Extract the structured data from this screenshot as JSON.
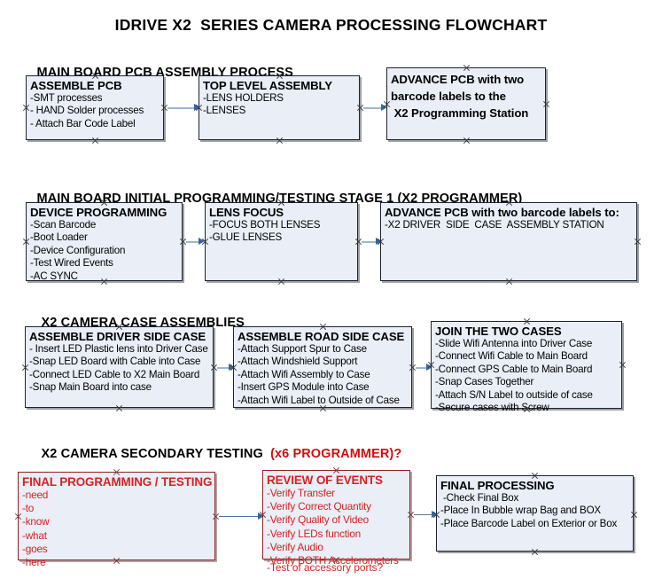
{
  "document": {
    "title": "IDRIVE X2  SERIES CAMERA PROCESSING FLOWCHART"
  },
  "sections": [
    {
      "id": "main-board-pcb-assembly",
      "heading": "MAIN BOARD PCB ASSEMBLY PROCESS",
      "heading_accent": "",
      "boxes": [
        {
          "id": "assemble-pcb",
          "title": "ASSEMBLE PCB",
          "lines": [
            "-SMT processes",
            "- HAND Solder processes",
            "- Attach Bar Code Label"
          ]
        },
        {
          "id": "top-level-assembly",
          "title": "TOP LEVEL ASSEMBLY",
          "lines": [
            "-LENS HOLDERS",
            "-LENSES"
          ]
        },
        {
          "id": "advance-pcb-x2-programming-station",
          "title": "ADVANCE PCB with two\nbarcode labels to the\n X2 Programming Station",
          "lines": []
        }
      ]
    },
    {
      "id": "main-board-initial-programming",
      "heading": "MAIN BOARD INITIAL PROGRAMMING/TESTING STAGE 1 (X2 PROGRAMMER)",
      "heading_accent": "",
      "boxes": [
        {
          "id": "device-programming",
          "title": "DEVICE PROGRAMMING",
          "lines": [
            "-Scan Barcode",
            "-Boot Loader",
            "-Device Configuration",
            "-Test Wired Events",
            "-AC SYNC"
          ]
        },
        {
          "id": "lens-focus",
          "title": "LENS FOCUS",
          "lines": [
            "-FOCUS BOTH LENSES",
            "-GLUE LENSES"
          ]
        },
        {
          "id": "advance-pcb-driver-side-case",
          "title": "ADVANCE PCB with two barcode labels to:",
          "lines": [
            "-X2 DRIVER  SIDE  CASE  ASSEMBLY STATION"
          ]
        }
      ]
    },
    {
      "id": "x2-camera-case-assemblies",
      "heading": "X2 CAMERA CASE ASSEMBLIES",
      "heading_accent": "",
      "boxes": [
        {
          "id": "assemble-driver-side-case",
          "title": "ASSEMBLE DRIVER SIDE CASE",
          "lines": [
            "- Insert LED Plastic lens into Driver Case",
            "-Snap LED Board with Cable into Case",
            "-Connect LED Cable to X2 Main Board",
            "-Snap Main Board into case"
          ]
        },
        {
          "id": "assemble-road-side-case",
          "title": "ASSEMBLE ROAD SIDE CASE",
          "lines": [
            "-Attach Support Spur to Case",
            "-Attach Windshield Support",
            "-Attach Wifi Assembly to Case",
            "-Insert GPS Module into Case",
            "-Attach Wifi Label to Outside of Case"
          ]
        },
        {
          "id": "join-the-two-cases",
          "title": "JOIN THE TWO CASES",
          "lines": [
            "-Slide Wifi Antenna into Driver Case",
            "-Connect Wifi Cable to Main Board",
            "-Connect GPS Cable to Main Board",
            "-Snap Cases Together",
            "-Attach S/N Label to outside of case",
            "-Secure cases with Screw"
          ]
        }
      ]
    },
    {
      "id": "x2-camera-secondary-testing",
      "heading": "X2 CAMERA SECONDARY TESTING  ",
      "heading_accent": "(x6 PROGRAMMER)?",
      "boxes": [
        {
          "id": "final-programming-testing",
          "title": "FINAL PROGRAMMING / TESTING",
          "lines": [
            "-need",
            "-to",
            "-know",
            "-what",
            "-goes",
            "-here"
          ]
        },
        {
          "id": "review-of-events",
          "title": "REVIEW OF EVENTS",
          "lines": [
            "-Verify Transfer",
            "-Verify Correct Quantity",
            "-Verify Quality of Video",
            "-Verify LEDs function",
            "-Verify Audio",
            "-Verify BOTH Accelerometers"
          ],
          "overflow_line": "-Test of accessory ports?"
        },
        {
          "id": "final-processing",
          "title": "FINAL PROCESSING",
          "lines": [
            " -Check Final Box",
            "-Place In Bubble wrap Bag and BOX",
            "-Place Barcode Label on Exterior or Box"
          ]
        }
      ]
    }
  ],
  "colors": {
    "box_fill": "#e9eef7",
    "box_border": "#20232a",
    "accent_red": "#d32323",
    "connector": "#9fb6cd",
    "arrow": "#35659c"
  }
}
